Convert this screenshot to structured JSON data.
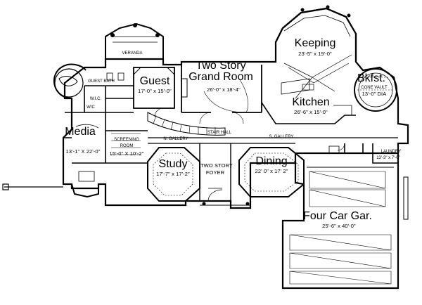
{
  "rooms": {
    "keeping": {
      "name": "Keeping",
      "dims": "23'-5\" x 19'-0\""
    },
    "veranda": {
      "name": "VERANDA"
    },
    "grand_room": {
      "line1": "Two Story",
      "line2": "Grand Room",
      "dims": "26'-0\" x 18'-4\""
    },
    "guest": {
      "name": "Guest",
      "dims": "17'-0\" x 15'-0\""
    },
    "guest_bath": {
      "name": "GUEST BATH"
    },
    "wic": {
      "name": "W.I.C."
    },
    "wc": {
      "name": "W/C"
    },
    "bkfst": {
      "name": "Bkfst.",
      "line2": "CONE VAULT",
      "dims": "13'-0\" DIA"
    },
    "kitchen": {
      "name": "Kitchen",
      "dims": "26'-6\" x 15'-0\""
    },
    "stair_hall": {
      "name": "STAIR HALL"
    },
    "n_gallery": {
      "name": "N. GALLERY"
    },
    "s_gallery": {
      "name": "S. GALLERY"
    },
    "media": {
      "name": "Media",
      "dims": "13'-1\" X 22'-0\""
    },
    "screening": {
      "line1": "SCREENING",
      "line2": "ROOM",
      "dims": "15'-0\" X 10'-2\""
    },
    "study": {
      "name": "Study",
      "dims": "17'-7\" x 17'-2\""
    },
    "foyer": {
      "line1": "TWO STORY",
      "line2": "FOYER"
    },
    "dining": {
      "name": "Dining",
      "dims": "22' 0\" x 17' 2\""
    },
    "laundry": {
      "name": "LAUNDRY",
      "dims": "13'-3\" x 7'-0\""
    },
    "garage": {
      "name": "Four Car Gar.",
      "dims": "25'-6\" x 40'-0\""
    }
  }
}
